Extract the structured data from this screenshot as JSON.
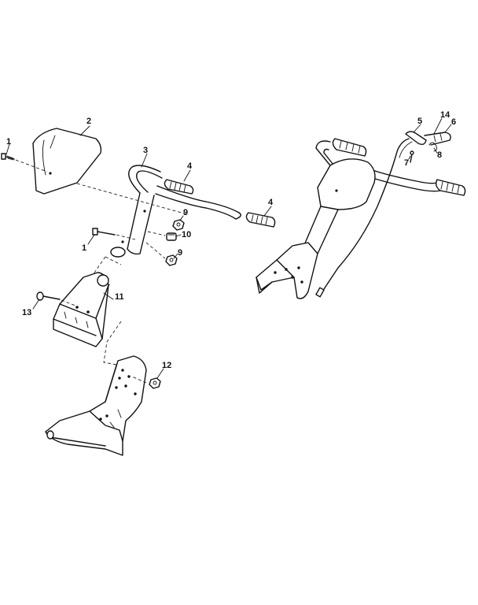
{
  "diagram": {
    "callouts": [
      "1",
      "2",
      "3",
      "4",
      "4",
      "9",
      "1",
      "10",
      "9",
      "11",
      "13",
      "12",
      "5",
      "14",
      "6",
      "8",
      "7"
    ]
  }
}
